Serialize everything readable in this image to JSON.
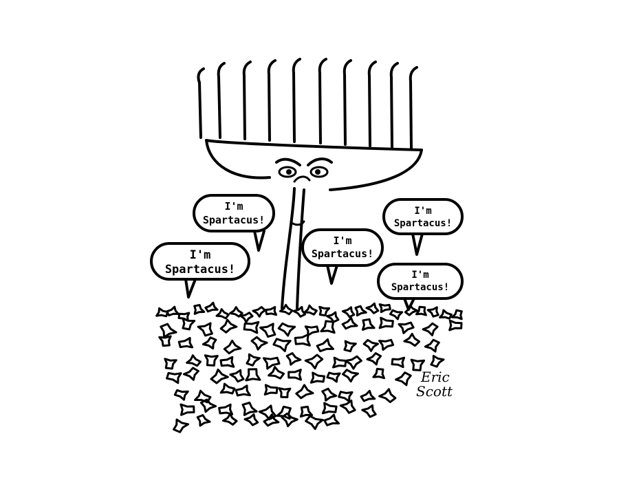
{
  "cartoon": {
    "bubbles": [
      {
        "line1": "I'm",
        "line2": "Spartacus!"
      },
      {
        "line1": "I'm",
        "line2": "Spartacus!"
      },
      {
        "line1": "I'm",
        "line2": "Spartacus!"
      },
      {
        "line1": "I'm",
        "line2": "Spartacus!"
      },
      {
        "line1": "I'm",
        "line2": "Spartacus!"
      }
    ],
    "signature": {
      "line1": "Eric",
      "line2": "Scott"
    }
  }
}
